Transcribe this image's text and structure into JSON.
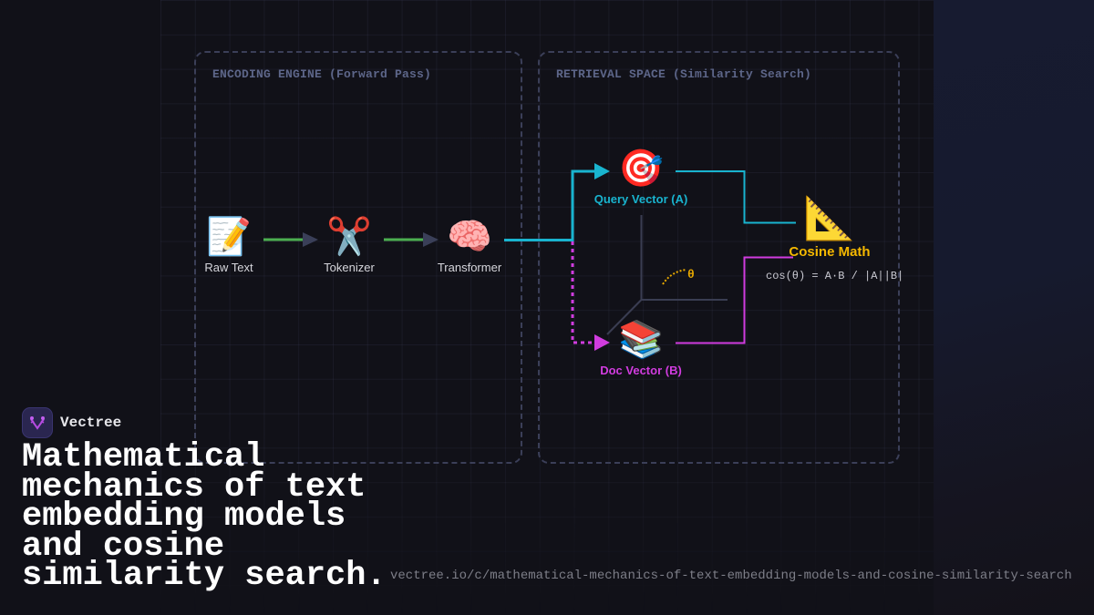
{
  "colors": {
    "background": "#111118",
    "panel_border": "#3b3f58",
    "panel_title": "#5d6689",
    "flow_green": "#4caf50",
    "arrow_head": "#3a3f58",
    "query_cyan": "#19b4cf",
    "doc_magenta": "#d13cdf",
    "cosine_gold": "#f5b800",
    "axis_gray": "#3a3d52"
  },
  "panels": {
    "encoding": {
      "title": "ENCODING ENGINE (Forward Pass)"
    },
    "retrieval": {
      "title": "RETRIEVAL SPACE (Similarity Search)"
    }
  },
  "nodes": {
    "raw_text": {
      "icon": "memo-icon",
      "emoji": "📝",
      "label": "Raw Text"
    },
    "tokenizer": {
      "icon": "scissors-icon",
      "emoji": "✂️",
      "label": "Tokenizer"
    },
    "transformer": {
      "icon": "brain-icon",
      "emoji": "🧠",
      "label": "Transformer"
    },
    "query_vector": {
      "icon": "target-icon",
      "emoji": "🎯",
      "label": "Query Vector (A)"
    },
    "doc_vector": {
      "icon": "books-icon",
      "emoji": "📚",
      "label": "Doc Vector (B)"
    },
    "cosine_math": {
      "icon": "triangular-ruler-icon",
      "emoji": "📐",
      "label": "Cosine Math",
      "formula": "cos(θ) = A·B / |A||B|"
    }
  },
  "angle_label": "θ",
  "brand": {
    "name": "Vectree",
    "logo_icon": "vectree-logo-icon"
  },
  "headline": "Mathematical mechanics of text embedding models and cosine similarity search.",
  "url": "vectree.io/c/mathematical-mechanics-of-text-embedding-models-and-cosine-similarity-search"
}
